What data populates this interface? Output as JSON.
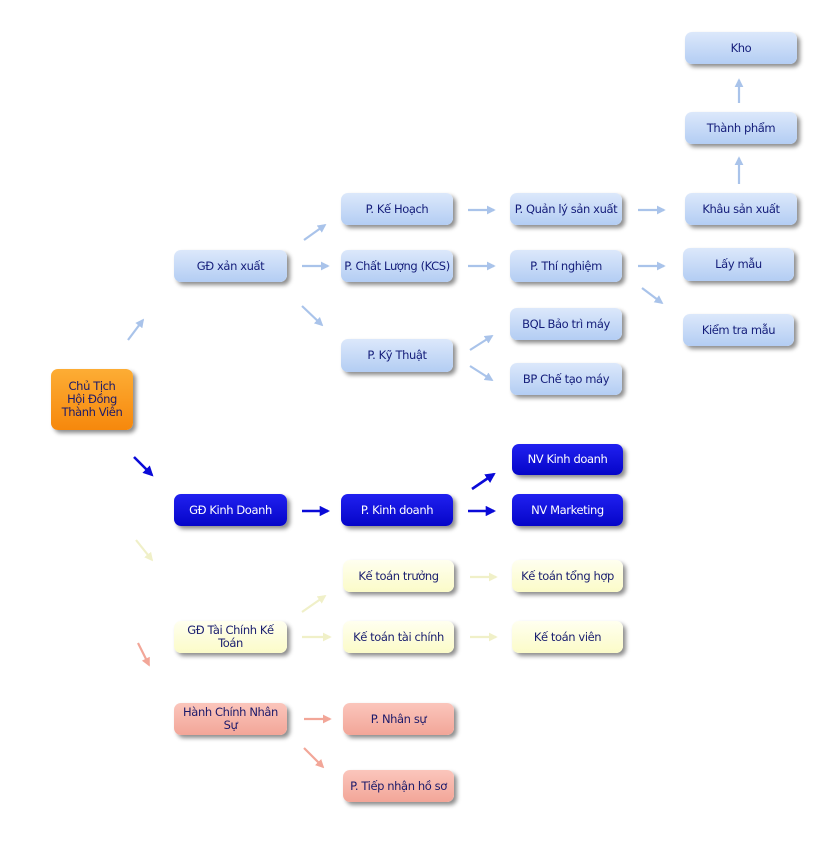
{
  "nodes": {
    "root": "Chủ Tịch\nHội Đồng\nThành Viên",
    "gd_sx": "GĐ xản xuất",
    "ke_hoach": "P. Kế Hoạch",
    "chat_luong": "P. Chất Lượng (KCS)",
    "ky_thuat": "P. Kỹ Thuật",
    "quan_ly_sx": "P. Quản lý sản xuất",
    "thi_nghiem": "P. Thí nghiệm",
    "bql_bao_tri": "BQL Bảo trì máy",
    "bp_che_tao": "BP Chế tạo máy",
    "kho": "Kho",
    "thanh_pham": "Thành phẩm",
    "khau_sx": "Khâu sản xuất",
    "lay_mau": "Lấy mẫu",
    "kiem_tra_mau": "Kiểm tra mẫu",
    "gd_kd": "GĐ Kinh Doanh",
    "p_kd": "P. Kinh doanh",
    "nv_kd": "NV Kinh doanh",
    "nv_mkt": "NV Marketing",
    "gd_tc": "GĐ Tài Chính Kế Toán",
    "kt_truong": "Kế toán trưởng",
    "kt_tong_hop": "Kế toán tổng hợp",
    "kt_tai_chinh": "Kế toán tài chính",
    "kt_vien": "Kế toán viên",
    "hcns": "Hành Chính Nhân Sự",
    "nhan_su": "P. Nhân sự",
    "tiep_nhan": "P. Tiếp nhận hồ sơ"
  },
  "colors": {
    "light_blue": "#c7daf7",
    "dark_blue": "#0a0ad8",
    "yellow": "#fdfcd9",
    "pink": "#f6b3a6",
    "orange": "#f99a1f"
  }
}
